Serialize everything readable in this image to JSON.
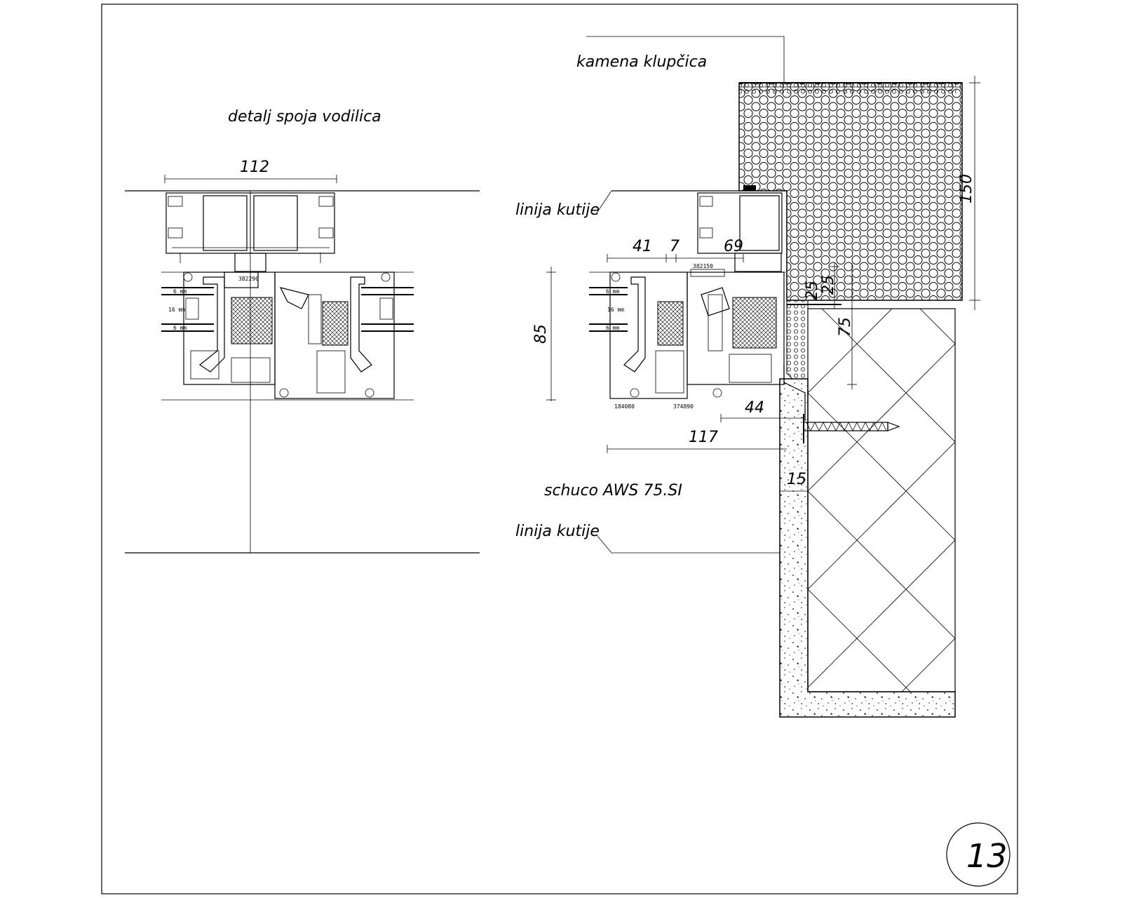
{
  "labels": {
    "left_title": "detalj spoja vodilica",
    "stone_sill": "kamena klupčica",
    "box_line_top": "linija kutije",
    "box_line_bottom": "linija kutije",
    "system_name": "schuco AWS 75.SI",
    "sheet_number": "13"
  },
  "dimensions": {
    "left_width": "112",
    "d41": "41",
    "d7": "7",
    "d69": "69",
    "d85": "85",
    "d150": "150",
    "d25": "25",
    "d75": "75",
    "d44": "44",
    "d117": "117",
    "d15": "15"
  },
  "profile_codes": {
    "left_top": "382290",
    "right_top": "382150",
    "right_bottom_a": "184080",
    "right_bottom_b": "374890",
    "glass_16": "16 mm",
    "glass_6a": "6 mm",
    "glass_6b": "6 mm"
  }
}
